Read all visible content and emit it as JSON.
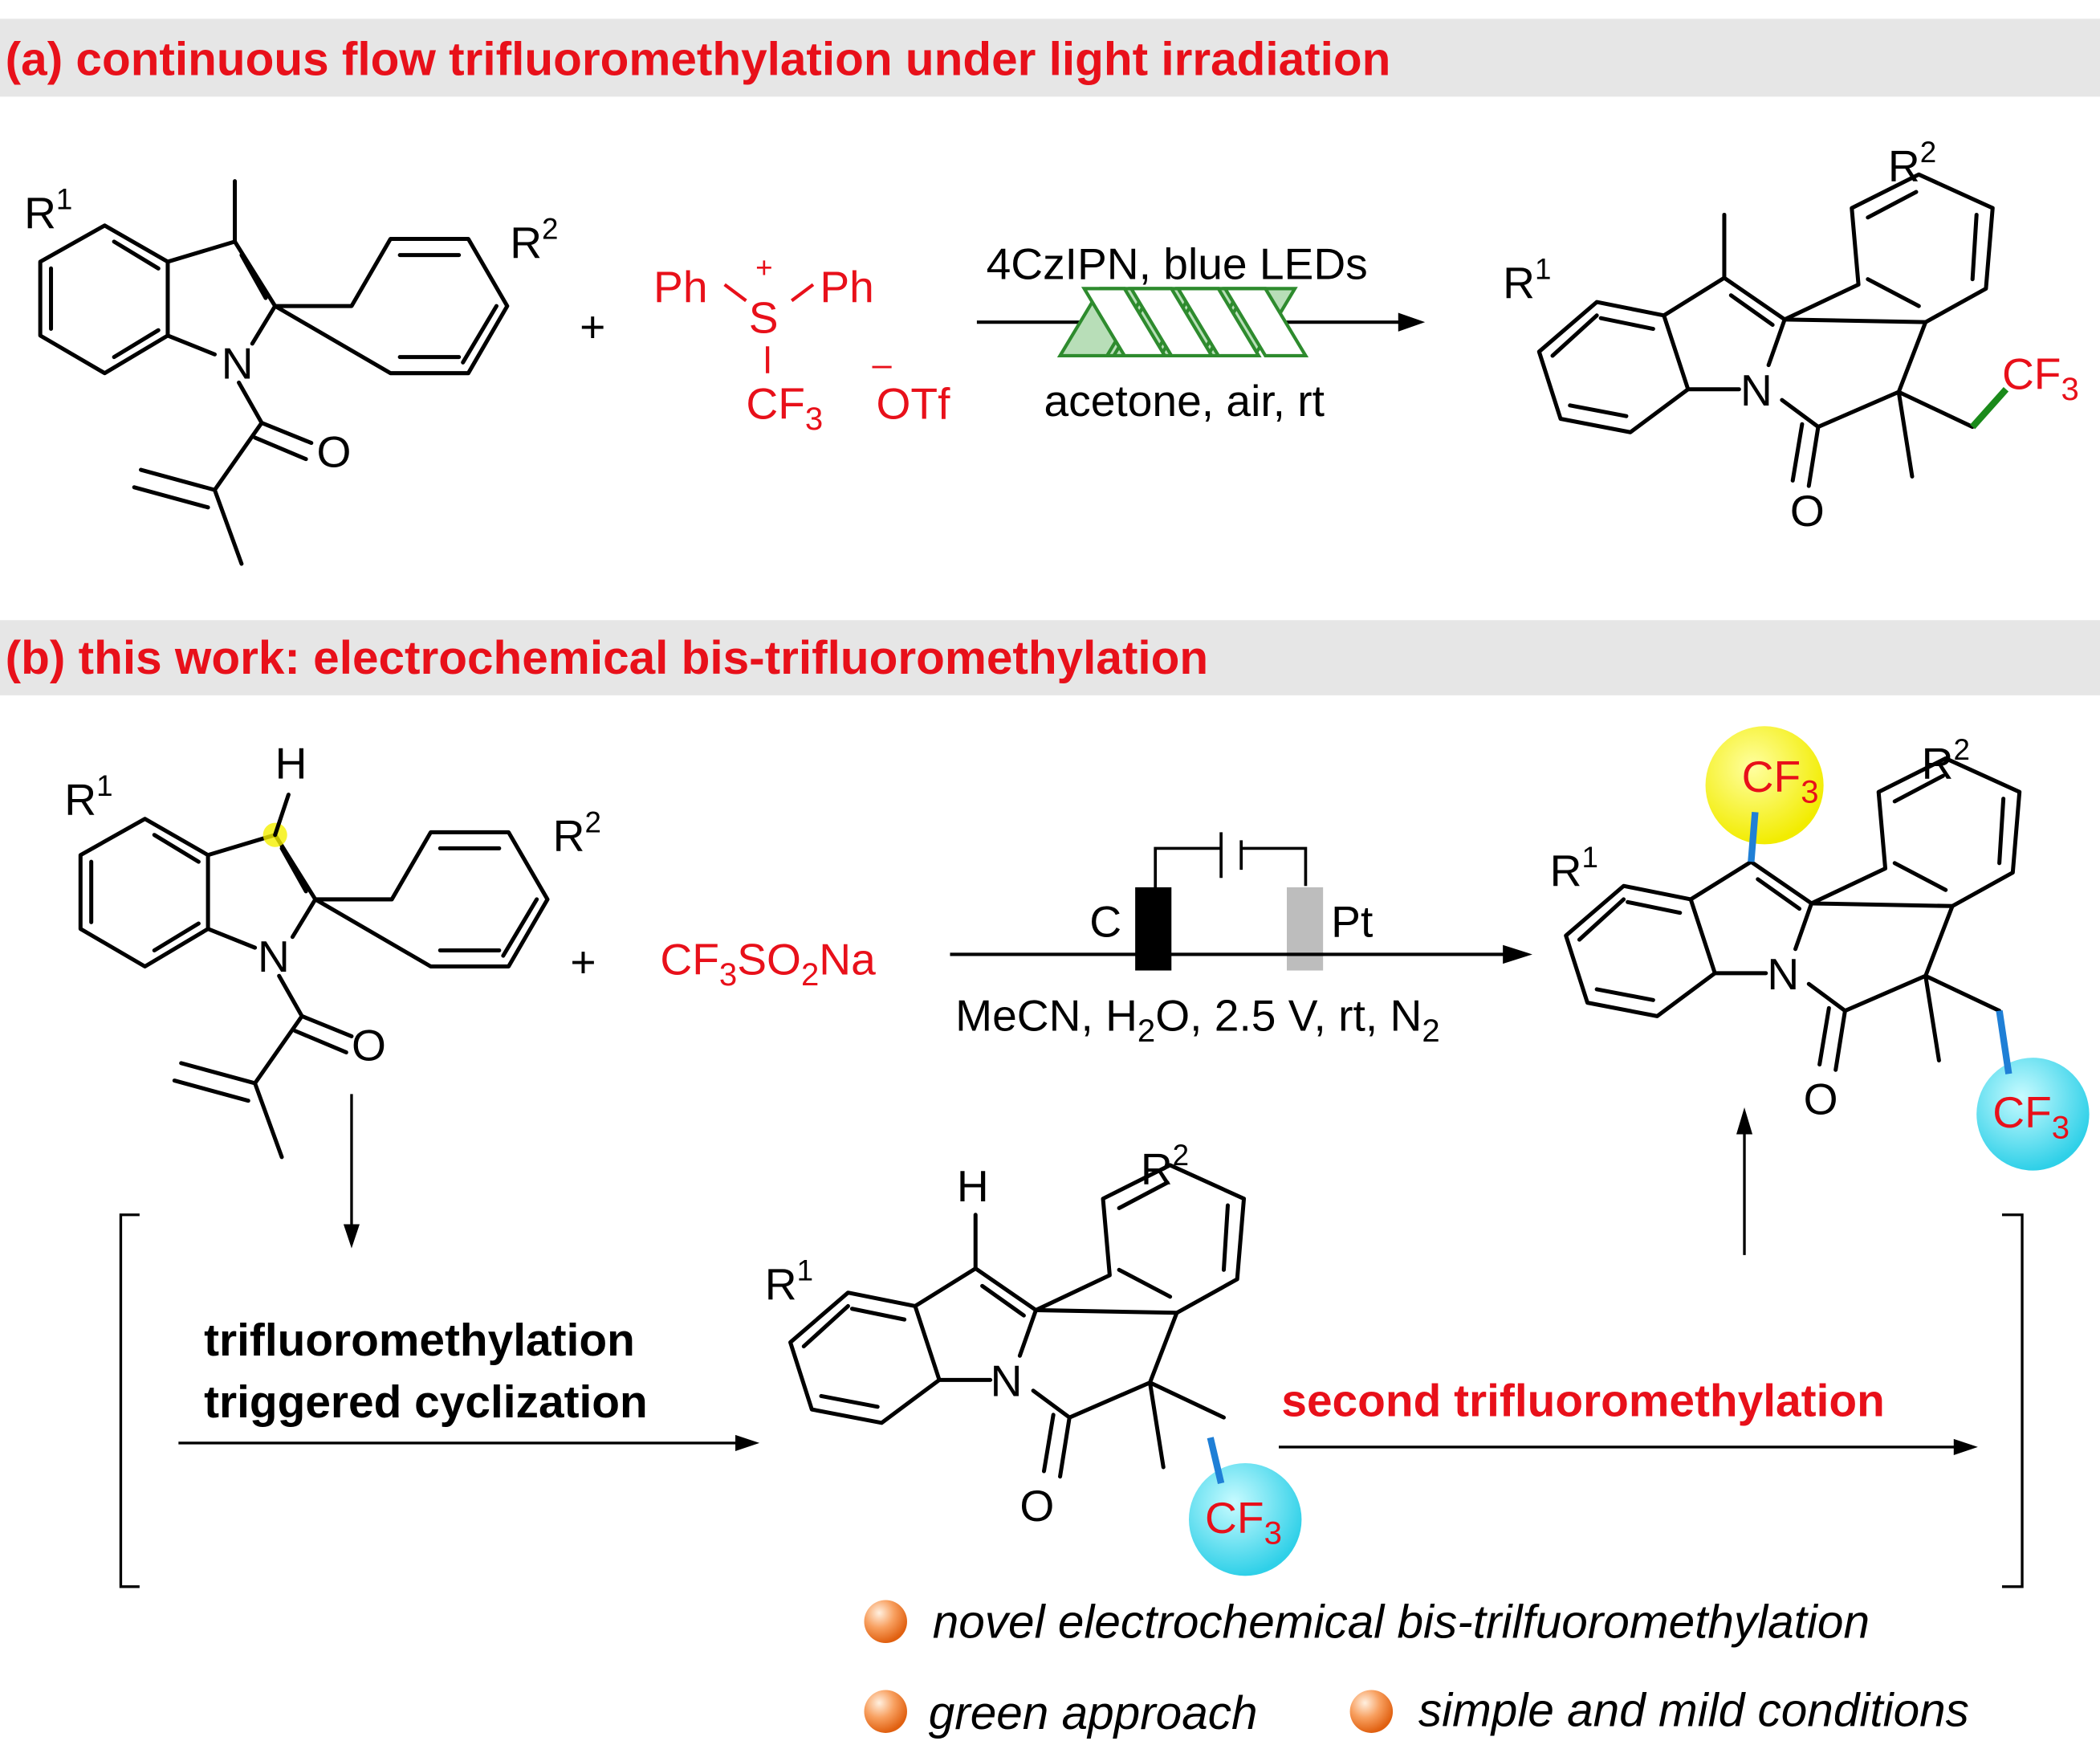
{
  "section_a": {
    "title": "(a) continuous flow trifluoromethylation under light irradiation"
  },
  "section_b": {
    "title": "(b) this work: electrochemical bis-trifluoromethylation"
  },
  "atoms": {
    "R": "R",
    "one": "1",
    "two": "2",
    "three": "3",
    "N": "N",
    "O": "O",
    "H": "H",
    "plus": "+",
    "CF": "CF"
  },
  "reagent_a": {
    "ph": "Ph",
    "charge_plus": "+",
    "S": "S",
    "charge_minus": "–",
    "counterion": "OTf"
  },
  "conditions_a": {
    "above": "4CzIPN, blue LEDs",
    "below": "acetone, air, rt"
  },
  "reagent_b": {
    "p1": "CF",
    "p2": "3",
    "p3": "SO",
    "p4": "2",
    "p5": "Na"
  },
  "conditions_b": {
    "anode": "C",
    "cathode": "Pt",
    "b1": "MeCN, H",
    "b2": "2",
    "b3": "O, 2.5 V,  rt, N",
    "b4": "2"
  },
  "step1": {
    "line1": "trifluoromethylation",
    "line2": "triggered cyclization"
  },
  "step2": {
    "label": "second trifluoromethylation"
  },
  "highlights": [
    "novel electrochemical bis-trilfuoromethylation",
    "green approach",
    "simple and mild conditions"
  ],
  "colors": {
    "accent": "#e8101a",
    "header_bg": "#e6e6e6",
    "helix": "#2e8b2e",
    "bond_blue": "#1f7fd6",
    "cyan": "#40d8ec",
    "yellow": "#f5f000"
  }
}
